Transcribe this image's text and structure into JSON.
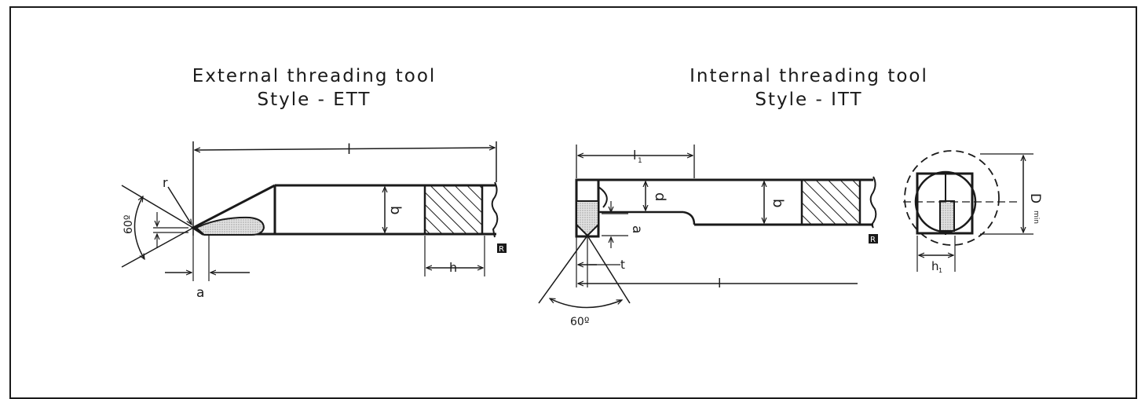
{
  "external_tool": {
    "title_line1": "External threading tool",
    "title_line2": "Style - ETT",
    "labels": {
      "l": "l",
      "r": "r",
      "b": "b",
      "h": "h",
      "a": "a",
      "angle": "60º",
      "hand_mark": "R"
    }
  },
  "internal_tool": {
    "title_line1": "Internal threading tool",
    "title_line2": "Style - ITT",
    "labels": {
      "l1": "l",
      "l1_sub": "1",
      "d": "d",
      "b": "b",
      "a": "a",
      "t": "t",
      "l": "l",
      "angle": "60º",
      "hand_mark": "R"
    }
  },
  "end_view": {
    "D": "D",
    "D_sub": "min",
    "h": "h",
    "h_sub": "1"
  },
  "colors": {
    "ink": "#1a1a1a",
    "insert_fill": "#c9c9c9",
    "background": "#ffffff"
  }
}
